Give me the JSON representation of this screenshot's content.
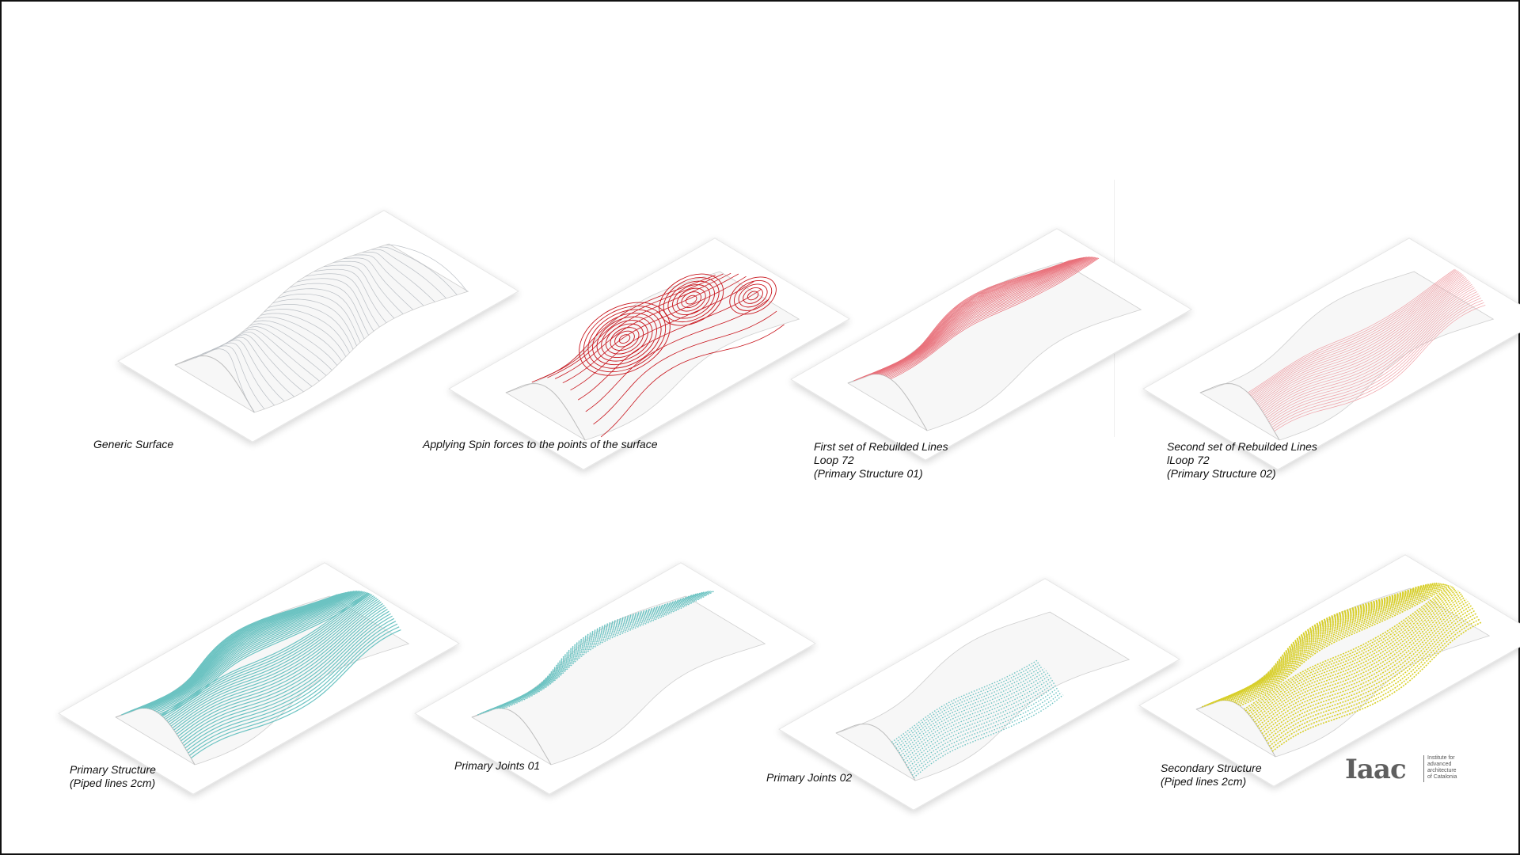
{
  "colors": {
    "generic_lines": "#b9bec4",
    "spin_red": "#c8141c",
    "rebuild_pink": "#e9707a",
    "rebuild_pink_light": "#efa0a6",
    "primary_teal": "#6cc3c2",
    "secondary_yellow": "#d8cf2a",
    "logo_gray": "#5f5f5f"
  },
  "panels": [
    {
      "caption": [
        "Generic Surface"
      ],
      "style": "generic"
    },
    {
      "caption": [
        "Applying Spin forces to the points of the surface"
      ],
      "style": "spin"
    },
    {
      "caption": [
        "First set of Rebuilded Lines",
        "Loop 72",
        "(Primary Structure 01)"
      ],
      "style": "rebuild-1"
    },
    {
      "caption": [
        "Second set of Rebuilded Lines",
        "lLoop 72",
        "(Primary Structure 02)"
      ],
      "style": "rebuild-2"
    },
    {
      "caption": [
        "Primary Structure",
        "(Piped lines 2cm)"
      ],
      "style": "primary-structure"
    },
    {
      "caption": [
        "Primary Joints 01"
      ],
      "style": "primary-joints-01"
    },
    {
      "caption": [
        "Primary Joints 02"
      ],
      "style": "primary-joints-02"
    },
    {
      "caption": [
        "Secondary Structure",
        "(Piped lines 2cm)"
      ],
      "style": "secondary-structure"
    }
  ],
  "logo": {
    "mark": "Iaac",
    "text_lines": [
      "Institute for",
      "advanced",
      "architecture",
      "of Catalonia"
    ]
  }
}
